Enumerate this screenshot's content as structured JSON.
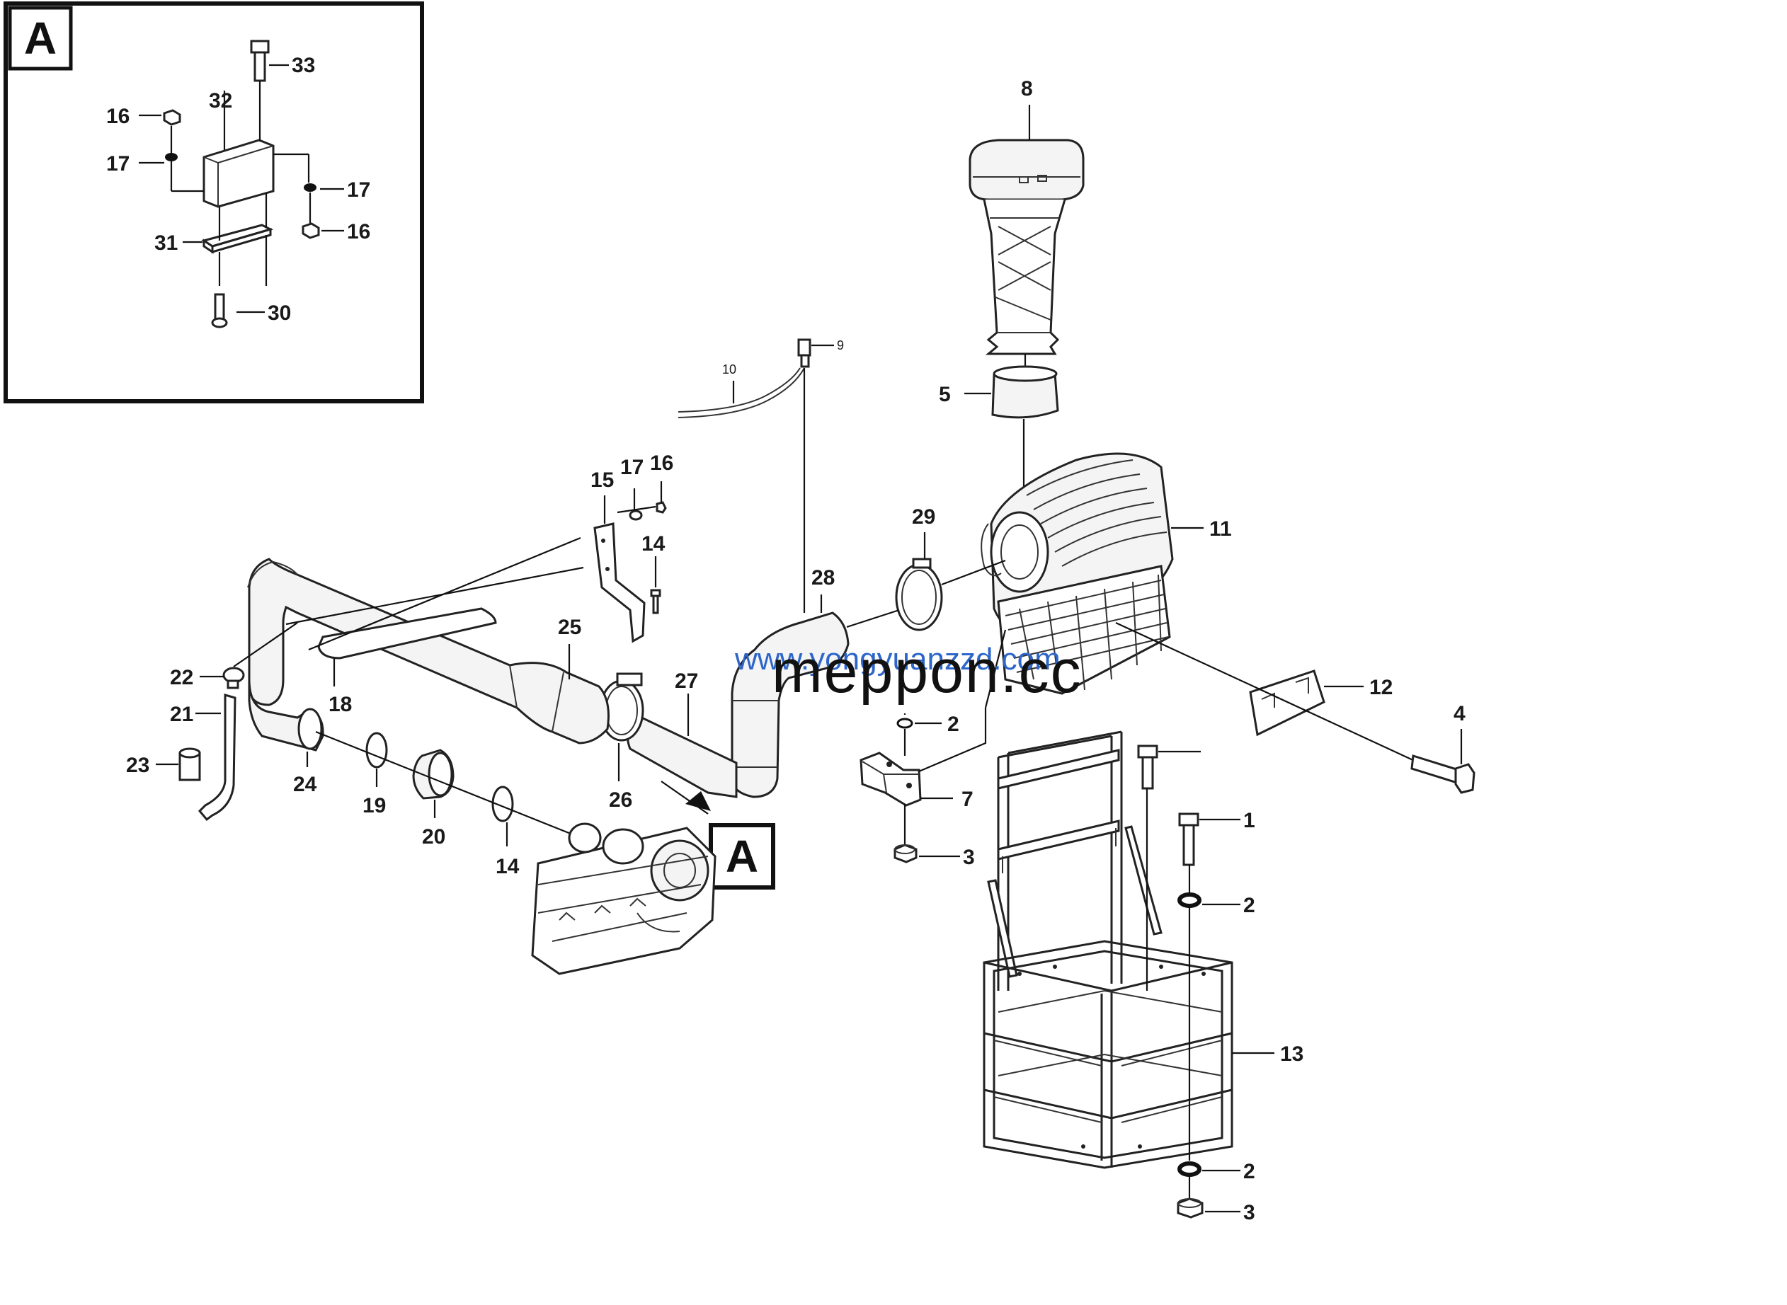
{
  "detail": {
    "letter": "A",
    "labels": {
      "l33": "33",
      "l32": "32",
      "l16a": "16",
      "l17a": "17",
      "l17b": "17",
      "l16b": "16",
      "l31": "31",
      "l30": "30"
    }
  },
  "callout": {
    "letter": "A"
  },
  "labels": {
    "l1": "1",
    "l2a": "2",
    "l2b": "2",
    "l2c": "2",
    "l3a": "3",
    "l3b": "3",
    "l4": "4",
    "l5": "5",
    "l7": "7",
    "l8": "8",
    "l9": "9",
    "l10": "10",
    "l11": "11",
    "l12": "12",
    "l13": "13",
    "l14a": "14",
    "l14b": "14",
    "l15": "15",
    "l16": "16",
    "l17": "17",
    "l18": "18",
    "l19": "19",
    "l20": "20",
    "l21": "21",
    "l22": "22",
    "l23": "23",
    "l24": "24",
    "l25": "25",
    "l26": "26",
    "l27": "27",
    "l28": "28",
    "l29": "29"
  },
  "watermark": {
    "url": "www.yongyuanzzd.com",
    "brand": "meppon.cc"
  }
}
